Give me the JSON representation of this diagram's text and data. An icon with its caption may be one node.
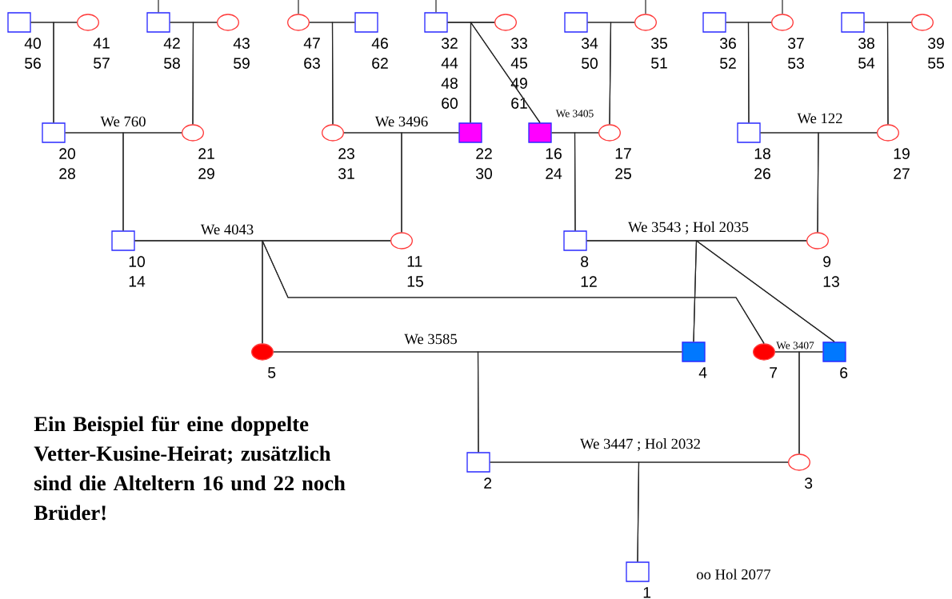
{
  "diagram": {
    "caption": "Ein Beispiel für eine doppelte Vetter-Kusine-Heirat; zusätzlich sind die Alteltern 16 und 22 noch Brüder!",
    "nodes": [
      {
        "text": [],
        "shape": "box",
        "beside": [
          "40",
          "56"
        ]
      },
      {
        "text": [],
        "shape": "circle",
        "beside": [
          "41",
          "57"
        ]
      },
      {
        "text": [],
        "shape": "box",
        "beside": [
          "42",
          "58"
        ]
      },
      {
        "text": [],
        "shape": "circle",
        "beside": [
          "43",
          "59"
        ]
      },
      {
        "text": [],
        "shape": "circle",
        "beside": [
          "47",
          "63"
        ]
      },
      {
        "text": [],
        "shape": "box",
        "beside": [
          "46",
          "62"
        ]
      },
      {
        "text": [],
        "shape": "box",
        "beside": [
          "32",
          "44",
          "48",
          "60"
        ]
      },
      {
        "text": [],
        "shape": "circle",
        "beside": [
          "33",
          "45",
          "49",
          "61"
        ]
      },
      {
        "text": [],
        "shape": "box",
        "beside": [
          "34",
          "50"
        ]
      },
      {
        "text": [],
        "shape": "circle",
        "beside": [
          "35",
          "51"
        ]
      },
      {
        "text": [],
        "shape": "box",
        "beside": [
          "36",
          "52"
        ]
      },
      {
        "text": [],
        "shape": "circle",
        "beside": [
          "37",
          "53"
        ]
      },
      {
        "text": [],
        "shape": "box",
        "beside": [
          "38",
          "54"
        ]
      },
      {
        "text": [],
        "shape": "circle",
        "beside": [
          "39",
          "55"
        ]
      },
      {
        "text": [],
        "shape": "box",
        "beside": [
          "20",
          "28"
        ]
      },
      {
        "text": [],
        "shape": "circle",
        "beside": [
          "21",
          "29"
        ]
      },
      {
        "text": [],
        "shape": "circle",
        "beside": [
          "23",
          "31"
        ]
      },
      {
        "text": [],
        "shape": "box",
        "beside": [
          "22",
          "30"
        ]
      },
      {
        "text": [],
        "shape": "box",
        "beside": [
          "16",
          "24"
        ]
      },
      {
        "text": [],
        "shape": "circle",
        "beside": [
          "17",
          "25"
        ]
      },
      {
        "text": [],
        "shape": "box",
        "beside": [
          "18",
          "26"
        ]
      },
      {
        "text": [],
        "shape": "circle",
        "beside": [
          "19",
          "27"
        ]
      },
      {
        "text": [],
        "shape": "box",
        "beside": [
          "10",
          "14"
        ]
      },
      {
        "text": [],
        "shape": "circle",
        "beside": [
          "11",
          "15"
        ]
      },
      {
        "text": [],
        "shape": "box",
        "beside": [
          "8",
          "12"
        ]
      },
      {
        "text": [],
        "shape": "circle",
        "beside": [
          "9",
          "13"
        ]
      },
      {
        "text": [],
        "shape": "circle",
        "beside": [
          "5"
        ]
      },
      {
        "text": [],
        "shape": "box",
        "beside": [
          "4"
        ]
      },
      {
        "text": [],
        "shape": "circle",
        "beside": [
          "7"
        ]
      },
      {
        "text": [],
        "shape": "box",
        "beside": [
          "6"
        ]
      },
      {
        "text": [],
        "shape": "box",
        "beside": [
          "2"
        ]
      },
      {
        "text": [],
        "shape": "circle",
        "beside": [
          "3"
        ]
      },
      {
        "text": [],
        "shape": "box",
        "beside": [
          "1"
        ]
      }
    ],
    "edges": [
      {
        "from": 0,
        "to": 1,
        "arrow": "none"
      },
      {
        "from": 2,
        "to": 3,
        "arrow": "none"
      },
      {
        "from": 4,
        "to": 5,
        "arrow": "none"
      },
      {
        "from": 6,
        "to": 7,
        "arrow": "none"
      },
      {
        "from": 8,
        "to": 9,
        "arrow": "none"
      },
      {
        "from": 10,
        "to": 11,
        "arrow": "none"
      },
      {
        "from": 12,
        "to": 13,
        "arrow": "none"
      },
      {
        "from": 14,
        "to": 15,
        "arrow": "none",
        "label": "We 760"
      },
      {
        "from": 16,
        "to": 17,
        "arrow": "none",
        "label": "We 3496"
      },
      {
        "from": 18,
        "to": 19,
        "arrow": "none",
        "label": "We 3405"
      },
      {
        "from": 20,
        "to": 21,
        "arrow": "none",
        "label": "We 122"
      },
      {
        "from": 22,
        "to": 23,
        "arrow": "none",
        "label": "We 4043"
      },
      {
        "from": 24,
        "to": 25,
        "arrow": "none",
        "label": "We 3543 ; Hol 2035"
      },
      {
        "from": 26,
        "to": 27,
        "arrow": "none",
        "label": "We 3585"
      },
      {
        "from": 28,
        "to": 29,
        "arrow": "none",
        "label": "We 3407"
      },
      {
        "from": 30,
        "to": 31,
        "arrow": "none",
        "label": "We 3447 ; Hol 2032"
      },
      {
        "from": 0,
        "to": 14,
        "arrow": "none"
      },
      {
        "from": 1,
        "to": 14,
        "arrow": "none"
      },
      {
        "from": 2,
        "to": 15,
        "arrow": "none"
      },
      {
        "from": 3,
        "to": 15,
        "arrow": "none"
      },
      {
        "from": 4,
        "to": 16,
        "arrow": "none"
      },
      {
        "from": 5,
        "to": 16,
        "arrow": "none"
      },
      {
        "from": 6,
        "to": 17,
        "arrow": "none"
      },
      {
        "from": 7,
        "to": 17,
        "arrow": "none"
      },
      {
        "from": 6,
        "to": 18,
        "arrow": "none"
      },
      {
        "from": 7,
        "to": 18,
        "arrow": "none"
      },
      {
        "from": 8,
        "to": 19,
        "arrow": "none"
      },
      {
        "from": 9,
        "to": 19,
        "arrow": "none"
      },
      {
        "from": 10,
        "to": 20,
        "arrow": "none"
      },
      {
        "from": 11,
        "to": 20,
        "arrow": "none"
      },
      {
        "from": 12,
        "to": 21,
        "arrow": "none"
      },
      {
        "from": 13,
        "to": 21,
        "arrow": "none"
      },
      {
        "from": 14,
        "to": 22,
        "arrow": "none"
      },
      {
        "from": 15,
        "to": 22,
        "arrow": "none"
      },
      {
        "from": 16,
        "to": 23,
        "arrow": "none"
      },
      {
        "from": 17,
        "to": 23,
        "arrow": "none"
      },
      {
        "from": 18,
        "to": 24,
        "arrow": "none"
      },
      {
        "from": 19,
        "to": 24,
        "arrow": "none"
      },
      {
        "from": 20,
        "to": 25,
        "arrow": "none"
      },
      {
        "from": 21,
        "to": 25,
        "arrow": "none"
      },
      {
        "from": 22,
        "to": 26,
        "arrow": "none"
      },
      {
        "from": 23,
        "to": 26,
        "arrow": "none"
      },
      {
        "from": 22,
        "to": 28,
        "arrow": "none"
      },
      {
        "from": 23,
        "to": 28,
        "arrow": "none"
      },
      {
        "from": 24,
        "to": 27,
        "arrow": "none"
      },
      {
        "from": 25,
        "to": 27,
        "arrow": "none"
      },
      {
        "from": 24,
        "to": 29,
        "arrow": "none"
      },
      {
        "from": 25,
        "to": 29,
        "arrow": "none"
      },
      {
        "from": 26,
        "to": 30,
        "arrow": "none"
      },
      {
        "from": 27,
        "to": 30,
        "arrow": "none"
      },
      {
        "from": 28,
        "to": 31,
        "arrow": "none"
      },
      {
        "from": 29,
        "to": 31,
        "arrow": "none"
      },
      {
        "from": 30,
        "to": 32,
        "arrow": "none"
      },
      {
        "from": 31,
        "to": 32,
        "arrow": "none"
      },
      {
        "from": null,
        "to": 2,
        "arrow": "none"
      },
      {
        "from": null,
        "to": 4,
        "arrow": "none"
      },
      {
        "from": null,
        "to": 6,
        "arrow": "none"
      },
      {
        "from": null,
        "to": 9,
        "arrow": "none"
      },
      {
        "from": null,
        "to": 11,
        "arrow": "none"
      }
    ],
    "labels": [
      "oo Hol 2077"
    ]
  }
}
